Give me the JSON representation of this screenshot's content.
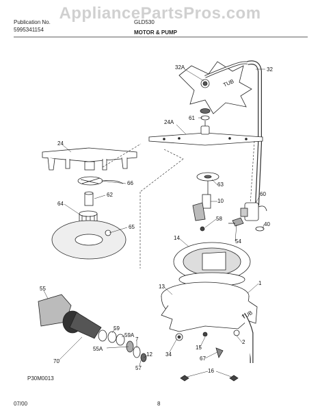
{
  "header": {
    "line1_left": "Publication No.",
    "line1_mid": "GLD530",
    "line2_left": "5995341154",
    "title": "MOTOR & PUMP"
  },
  "watermark": "AppliancePartsPros.com",
  "figure_code": "P30M0013",
  "footer": {
    "date": "07/00",
    "page": "8"
  },
  "callouts": {
    "c32A": "32A",
    "c32": "32",
    "c61": "61",
    "c24A": "24A",
    "c24": "24",
    "c66": "66",
    "c63": "63",
    "c62": "62",
    "c60": "60",
    "c10": "10",
    "c64": "64",
    "c58": "58",
    "c40": "40",
    "c65": "65",
    "c54": "54",
    "c14": "14",
    "c55": "55",
    "c13": "13",
    "c1": "1",
    "c59": "59",
    "c59A": "59A",
    "c55A": "55A",
    "c7": "7",
    "c12": "12",
    "c70": "70",
    "c57": "57",
    "c34": "34",
    "c15": "15",
    "c67": "67",
    "c2": "2",
    "c16": "16"
  },
  "tub_labels": {
    "upper": "TUB",
    "lower": "TUB"
  }
}
